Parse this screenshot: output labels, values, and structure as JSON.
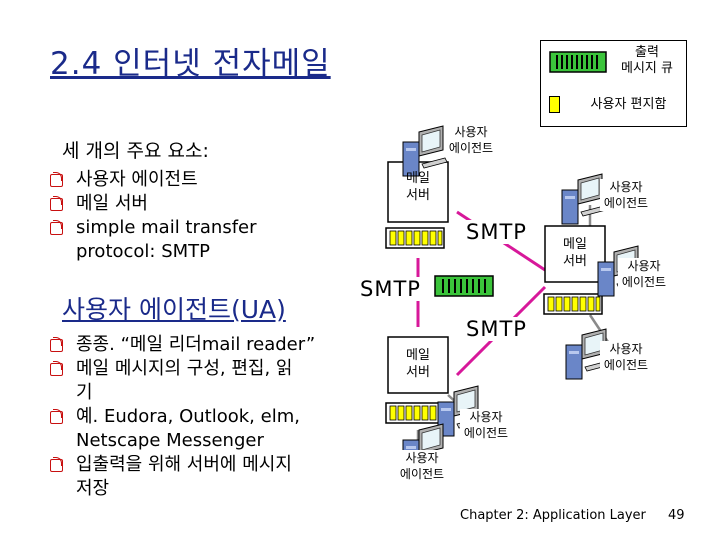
{
  "title": "2.4 인터넷 전자메일",
  "legend": {
    "outgoing_queue": "출력\n메시지 큐",
    "mailbox": "사용자 편지함"
  },
  "main_components": {
    "heading": "세 개의 주요 요소:",
    "items": [
      "사용자 에이전트",
      "메일 서버",
      "simple mail transfer\nprotocol: SMTP"
    ]
  },
  "user_agent": {
    "heading": "사용자 에이전트(UA)",
    "items": [
      "종종. “메일 리더mail reader”",
      "메일 메시지의 구성, 편집, 읽\n기",
      "예. Eudora, Outlook, elm,\nNetscape Messenger",
      "입출력을 위해 서버에 메시지\n저장"
    ]
  },
  "diagram": {
    "user_agent_label": "사용자\n에이전트",
    "mail_server_label": "메일\n서버",
    "smtp_label": "SMTP"
  },
  "footer": {
    "course": "Chapter 2: Application Layer",
    "page": "49"
  },
  "colors": {
    "title": "#1a2a8a",
    "bullet": "#c81010",
    "smtp_line": "#d7189a",
    "queue_green": "#3bc43b",
    "mailbox_yellow": "#ffff00"
  }
}
